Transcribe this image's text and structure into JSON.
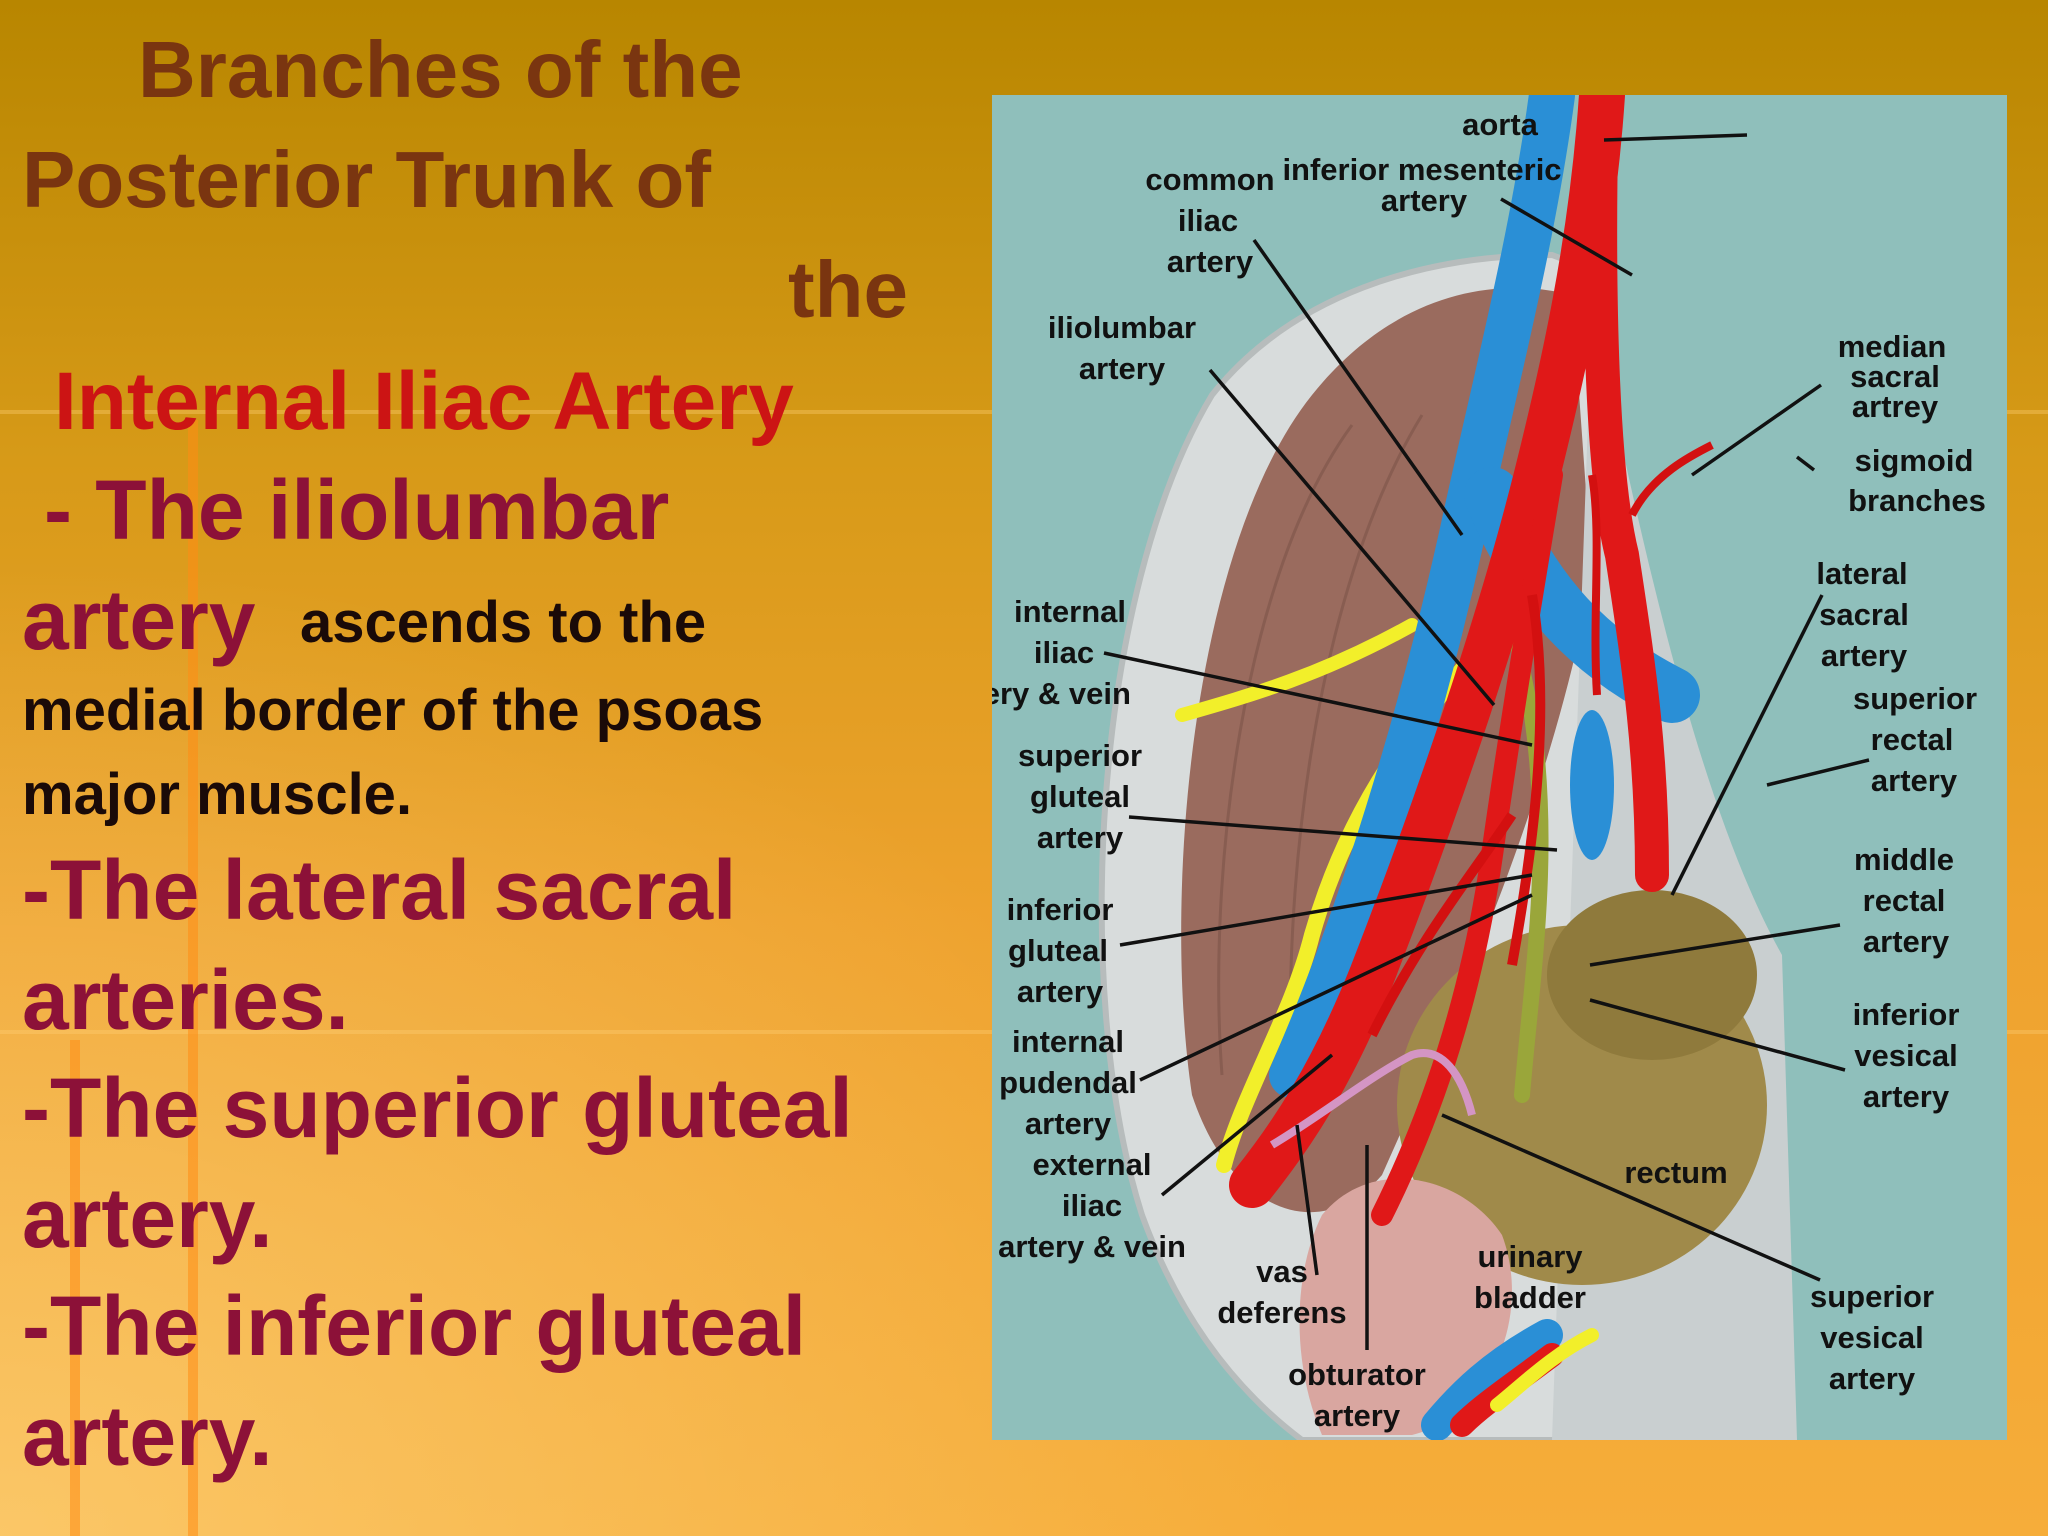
{
  "slide": {
    "title_lines": [
      "Branches of the",
      "Posterior Trunk of",
      "the"
    ],
    "subtitle": "Internal Iliac Artery",
    "items": [
      {
        "lead1": "- The iliolumbar",
        "lead2": "artery",
        "tail1": "ascends to the",
        "tail2": "medial border of the psoas",
        "tail3": "major muscle."
      },
      {
        "line1": "-The lateral sacral",
        "line2": "arteries."
      },
      {
        "line1": "-The superior gluteal",
        "line2": "artery."
      },
      {
        "line1": "-The inferior gluteal",
        "line2": "artery."
      }
    ]
  },
  "figure": {
    "labels": {
      "aorta": "aorta",
      "imv_1": "inferior mesenteric",
      "imv_2": "artery",
      "common_1": "common",
      "common_2": "iliac",
      "common_3": "artery",
      "iliolumbar_1": "iliolumbar",
      "iliolumbar_2": "artery",
      "median_1": "median",
      "median_2": "sacral",
      "median_3": "artrey",
      "sigmoid_1": "sigmoid",
      "sigmoid_2": "branches",
      "lateral_1": "lateral",
      "lateral_2": "sacral",
      "lateral_3": "artery",
      "internal_1": "internal",
      "internal_2": "iliac",
      "internal_3": "artery & vein",
      "supr_rectal_1": "superior",
      "supr_rectal_2": "rectal",
      "supr_rectal_3": "artery",
      "sup_gluteal_1": "superior",
      "sup_gluteal_2": "gluteal",
      "sup_gluteal_3": "artery",
      "middle_1": "middle",
      "middle_2": "rectal",
      "middle_3": "artery",
      "inf_gluteal_1": "inferior",
      "inf_gluteal_2": "gluteal",
      "inf_gluteal_3": "artery",
      "inf_vesical_1": "inferior",
      "inf_vesical_2": "vesical",
      "inf_vesical_3": "artery",
      "pudendal_1": "internal",
      "pudendal_2": "pudendal",
      "pudendal_3": "artery",
      "external_1": "external",
      "external_2": "iliac",
      "external_3": "artery & vein",
      "rectum": "rectum",
      "vas_1": "vas",
      "vas_2": "deferens",
      "bladder_1": "urinary",
      "bladder_2": "bladder",
      "sup_vesical_1": "superior",
      "sup_vesical_2": "vesical",
      "sup_vesical_3": "artery",
      "obturator_1": "obturator",
      "obturator_2": "artery"
    },
    "colors": {
      "background": "#8fbfbb",
      "artery": "#e01818",
      "vein": "#2a8fd6",
      "nerve": "#f2ef2a",
      "muscle": "#9a6b5e",
      "rectum": "#a08a4a"
    }
  }
}
